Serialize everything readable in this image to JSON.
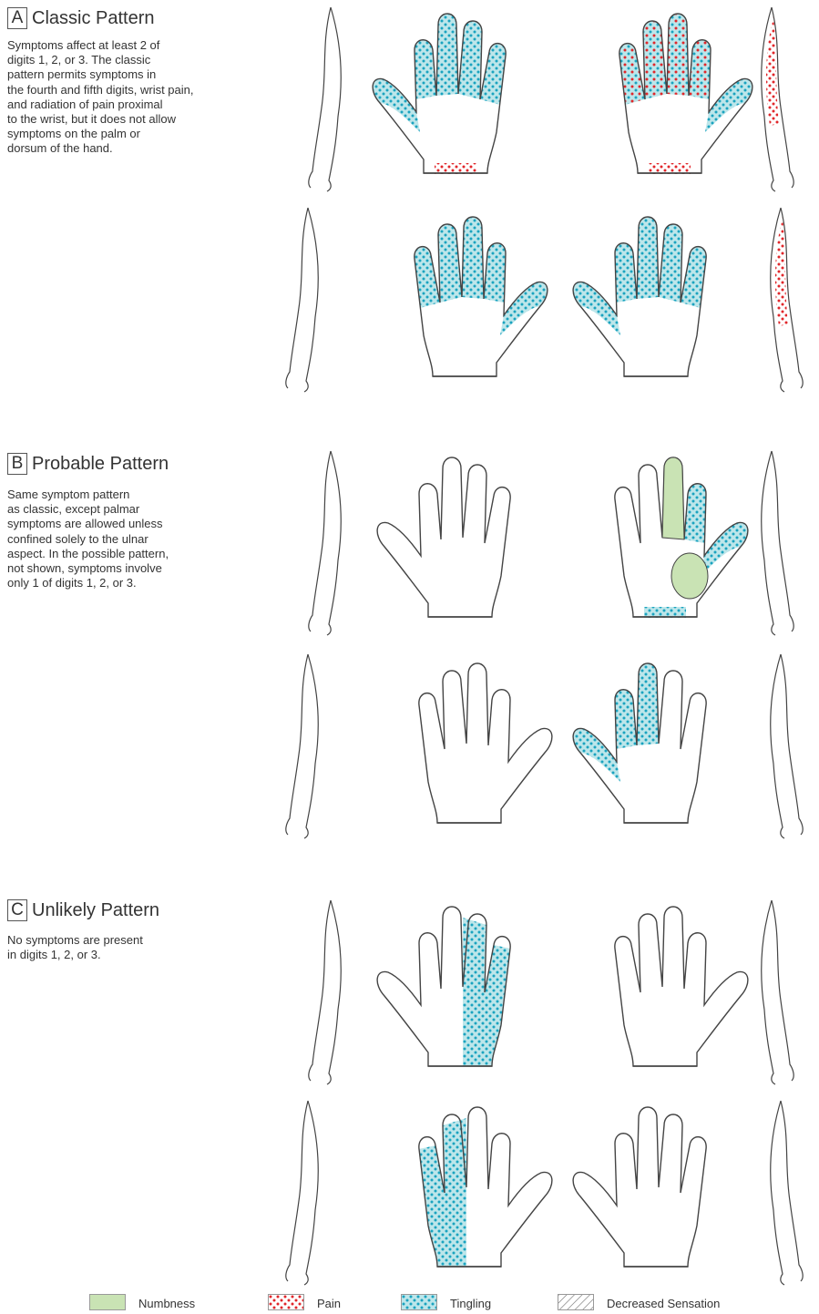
{
  "sections": [
    {
      "letter": "A",
      "title": "Classic Pattern",
      "text": "Symptoms affect at least 2 of\ndigits 1, 2, or 3.  The classic\npattern permits symptoms in\nthe fourth and fifth digits, wrist pain,\nand radiation of pain proximal\nto the wrist, but it does not allow\nsymptoms on the palm or\ndorsum of the hand."
    },
    {
      "letter": "B",
      "title": "Probable Pattern",
      "text": "Same symptom pattern\nas classic, except palmar\nsymptoms are allowed unless\nconfined solely to the ulnar\naspect.  In the possible pattern,\nnot shown, symptoms involve\nonly 1 of digits 1, 2, or 3."
    },
    {
      "letter": "C",
      "title": "Unlikely Pattern",
      "text": "No symptoms are present\nin digits 1, 2, or 3."
    }
  ],
  "legend": [
    {
      "label": "Numbness",
      "kind": "numbness"
    },
    {
      "label": "Pain",
      "kind": "pain"
    },
    {
      "label": "Tingling",
      "kind": "tingling"
    },
    {
      "label": "Decreased Sensation",
      "kind": "decreased"
    }
  ],
  "colors": {
    "numbness": "#c9e3b4",
    "pain": "#e1262a",
    "tingling": "#1aa3bf",
    "tingling_bg": "#b6e3e8",
    "outline": "#444444"
  }
}
